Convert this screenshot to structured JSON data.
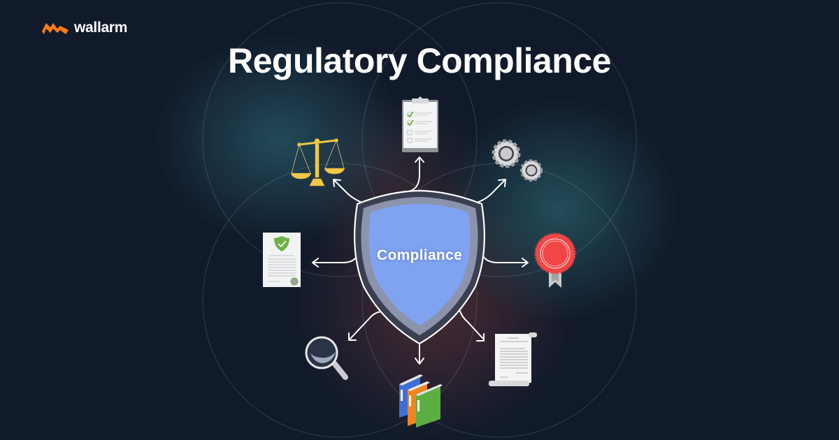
{
  "brand": {
    "name": "wallarm",
    "accent_color": "#ff7a1a"
  },
  "title": "Regulatory Compliance",
  "center": {
    "label": "Compliance",
    "icon": "shield-icon",
    "color": "#7fa3f0"
  },
  "items": [
    {
      "icon": "scales-of-justice-icon",
      "direction": "up-left"
    },
    {
      "icon": "clipboard-checklist-icon",
      "direction": "up"
    },
    {
      "icon": "gears-icon",
      "direction": "up-right"
    },
    {
      "icon": "award-ribbon-icon",
      "direction": "right"
    },
    {
      "icon": "document-scroll-icon",
      "direction": "down-right"
    },
    {
      "icon": "binders-icon",
      "direction": "down"
    },
    {
      "icon": "magnifying-glass-icon",
      "direction": "down-left"
    },
    {
      "icon": "certificate-shield-icon",
      "direction": "left"
    }
  ],
  "colors": {
    "background": "#111a2a",
    "teal_glow": "#285a69",
    "maroon_glow": "#5f3237"
  }
}
